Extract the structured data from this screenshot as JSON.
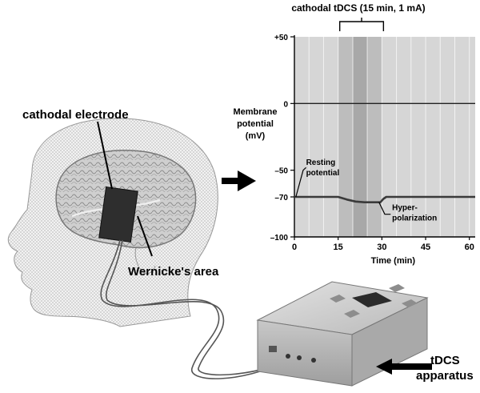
{
  "labels": {
    "electrode": "cathodal electrode",
    "wernicke": "Wernicke's area",
    "apparatus_line1": "tDCS",
    "apparatus_line2": "apparatus"
  },
  "chart_data": {
    "type": "line",
    "title": "cathodal tDCS (15 min, 1 mA)",
    "ylabel_lines": [
      "Membrane",
      "potential",
      "(mV)"
    ],
    "xlabel": "Time (min)",
    "xlim": [
      0,
      62
    ],
    "ylim": [
      -100,
      50
    ],
    "x_ticks": [
      0,
      15,
      30,
      45,
      60
    ],
    "y_ticks": [
      50,
      0,
      -50,
      -70,
      -100
    ],
    "y_tick_labels": [
      "+50",
      "0",
      "–50",
      "–70",
      "–100"
    ],
    "stimulation_window": [
      15,
      30
    ],
    "series": [
      {
        "x": [
          0,
          15,
          18,
          21,
          24,
          27,
          29.5,
          30.5,
          31.5,
          33,
          62
        ],
        "y": [
          -70,
          -70,
          -72,
          -73.5,
          -74,
          -74,
          -74,
          -71.5,
          -70,
          -70,
          -70
        ]
      }
    ],
    "annotations": [
      {
        "text_lines": [
          "Resting",
          "potential"
        ]
      },
      {
        "text_lines": [
          "Hyper-",
          "polarization"
        ]
      }
    ]
  }
}
